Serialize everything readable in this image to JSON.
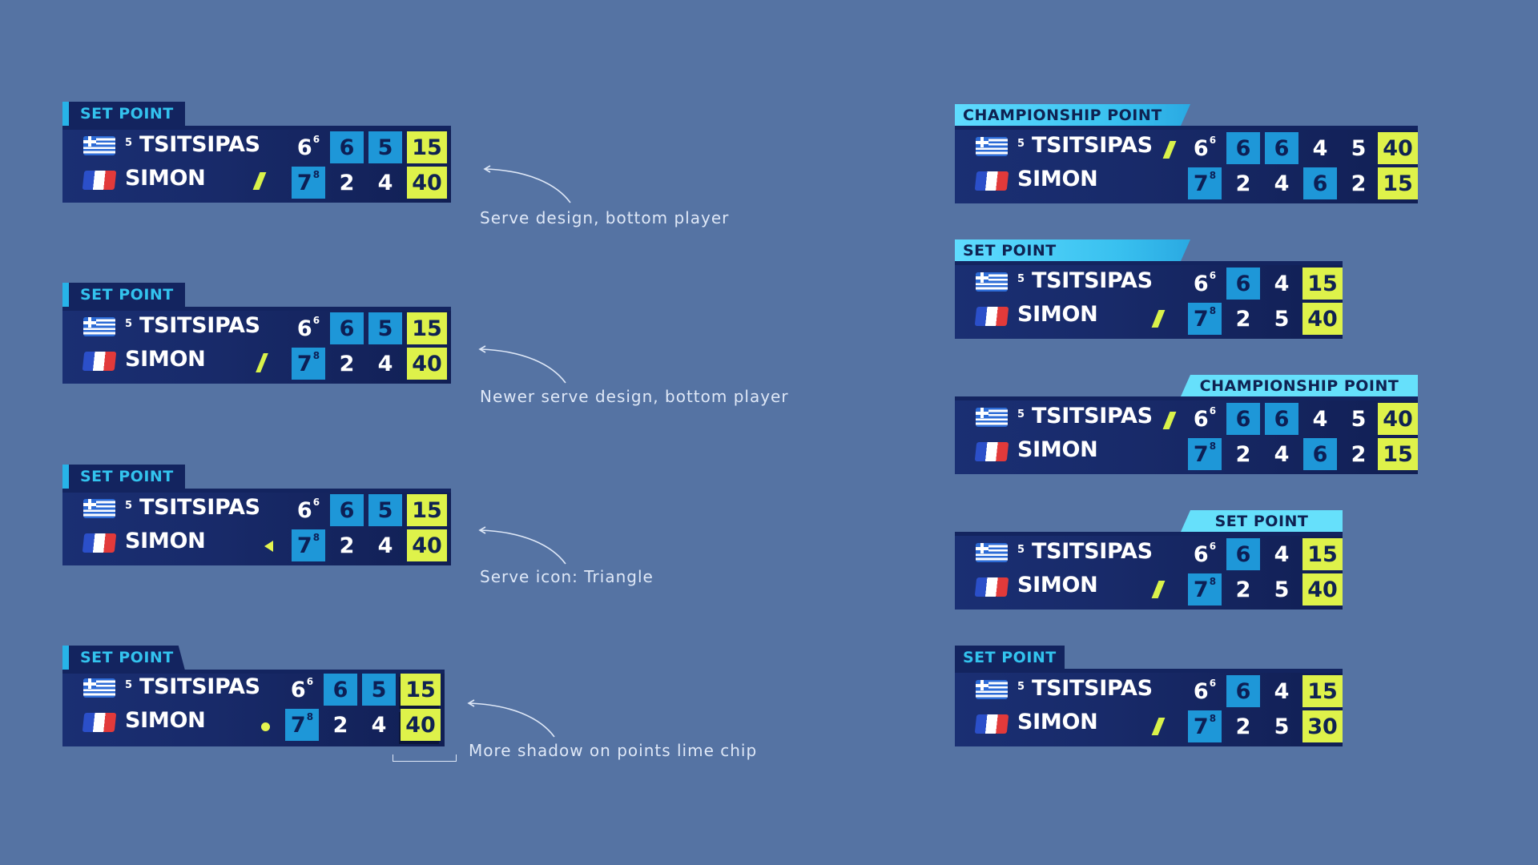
{
  "players": {
    "top": {
      "name": "TSITSIPAS",
      "seed": "5",
      "flag": "greece-flag-icon"
    },
    "bottom": {
      "name": "SIMON",
      "flag": "france-flag-icon"
    }
  },
  "left_boards": [
    {
      "tag": "SET POINT",
      "serve": "slash",
      "top_scores": [
        "6",
        "6",
        "5"
      ],
      "top_tb": "6",
      "top_points": "15",
      "bottom_scores": [
        "7",
        "2",
        "4"
      ],
      "bottom_tb": "8",
      "bottom_points": "40",
      "annotation": "Serve design, bottom player"
    },
    {
      "tag": "SET POINT",
      "serve": "slash",
      "top_scores": [
        "6",
        "6",
        "5"
      ],
      "top_tb": "6",
      "top_points": "15",
      "bottom_scores": [
        "7",
        "2",
        "4"
      ],
      "bottom_tb": "8",
      "bottom_points": "40",
      "annotation": "Newer serve design, bottom player"
    },
    {
      "tag": "SET POINT",
      "serve": "triangle",
      "top_scores": [
        "6",
        "6",
        "5"
      ],
      "top_tb": "6",
      "top_points": "15",
      "bottom_scores": [
        "7",
        "2",
        "4"
      ],
      "bottom_tb": "8",
      "bottom_points": "40",
      "annotation": "Serve icon: Triangle"
    },
    {
      "tag": "SET POINT",
      "serve": "dot",
      "top_scores": [
        "6",
        "6",
        "5"
      ],
      "top_tb": "6",
      "top_points": "15",
      "bottom_scores": [
        "7",
        "2",
        "4"
      ],
      "bottom_tb": "8",
      "bottom_points": "40",
      "annotation": "More shadow on points lime chip"
    }
  ],
  "right_boards": [
    {
      "tag": "CHAMPIONSHIP POINT",
      "top_sets": [
        "6",
        "6",
        "6",
        "4",
        "5"
      ],
      "top_tb": "6",
      "top_points": "40",
      "bottom_sets": [
        "7",
        "2",
        "4",
        "6",
        "2"
      ],
      "bottom_tb": "8",
      "bottom_points": "15"
    },
    {
      "tag": "SET POINT",
      "top_sets": [
        "6",
        "6",
        "4"
      ],
      "top_tb": "6",
      "top_points": "15",
      "bottom_sets": [
        "7",
        "2",
        "5"
      ],
      "bottom_tb": "8",
      "bottom_points": "40"
    },
    {
      "tag": "CHAMPIONSHIP POINT",
      "top_sets": [
        "6",
        "6",
        "6",
        "4",
        "5"
      ],
      "top_tb": "6",
      "top_points": "40",
      "bottom_sets": [
        "7",
        "2",
        "4",
        "6",
        "2"
      ],
      "bottom_tb": "8",
      "bottom_points": "15"
    },
    {
      "tag": "SET POINT",
      "top_sets": [
        "6",
        "6",
        "4"
      ],
      "top_tb": "6",
      "top_points": "15",
      "bottom_sets": [
        "7",
        "2",
        "5"
      ],
      "bottom_tb": "8",
      "bottom_points": "40"
    },
    {
      "tag": "SET POINT",
      "top_sets": [
        "6",
        "6",
        "4"
      ],
      "top_tb": "6",
      "top_points": "15",
      "bottom_sets": [
        "7",
        "2",
        "5"
      ],
      "bottom_tb": "8",
      "bottom_points": "30"
    }
  ],
  "colors": {
    "background": "#5573a3",
    "board_navy": "#13245f",
    "set_blue": "#1e97d8",
    "points_lime": "#def24a",
    "tag_cyan": "#33c3ee"
  }
}
